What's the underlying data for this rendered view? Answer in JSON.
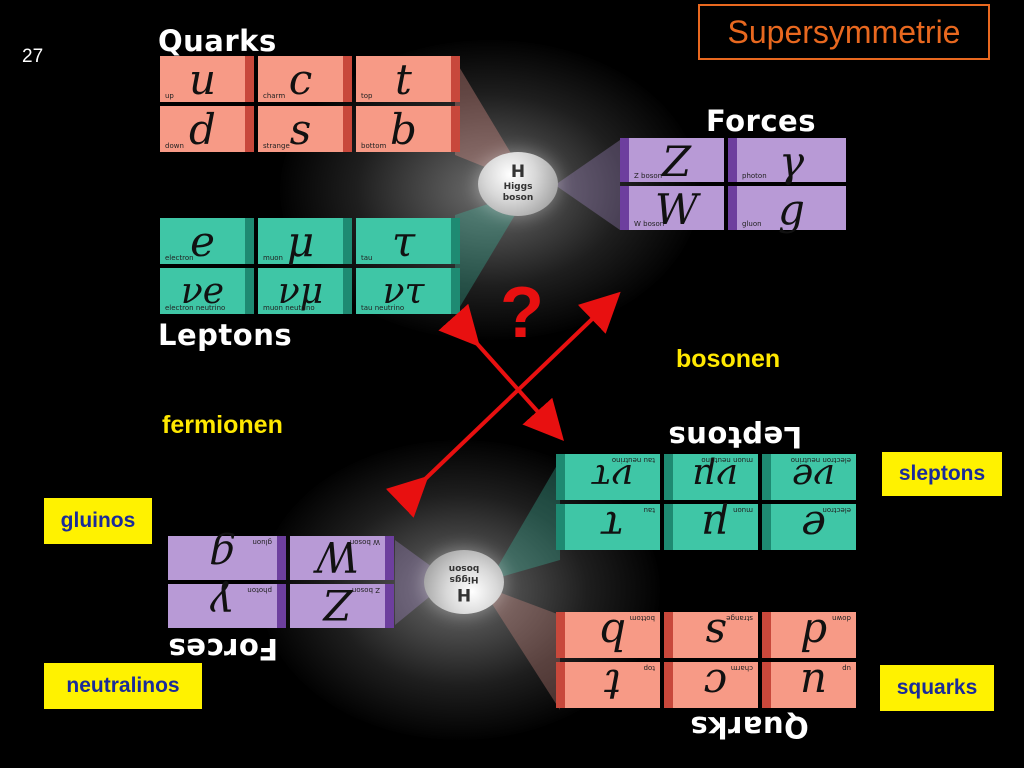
{
  "slide": {
    "number": "27",
    "title": "Supersymmetrie"
  },
  "top_diagram": {
    "quarks_label": "Quarks",
    "leptons_label": "Leptons",
    "forces_label": "Forces",
    "higgs": {
      "symbol": "H",
      "line1": "Higgs",
      "line2": "boson"
    },
    "quarks": [
      {
        "symbol": "u",
        "name": "up"
      },
      {
        "symbol": "c",
        "name": "charm"
      },
      {
        "symbol": "t",
        "name": "top"
      },
      {
        "symbol": "d",
        "name": "down"
      },
      {
        "symbol": "s",
        "name": "strange"
      },
      {
        "symbol": "b",
        "name": "bottom"
      }
    ],
    "leptons": [
      {
        "symbol": "e",
        "name": "electron"
      },
      {
        "symbol": "μ",
        "name": "muon"
      },
      {
        "symbol": "τ",
        "name": "tau"
      },
      {
        "symbol": "νe",
        "name": "electron neutrino"
      },
      {
        "symbol": "νμ",
        "name": "muon neutrino"
      },
      {
        "symbol": "ντ",
        "name": "tau neutrino"
      }
    ],
    "forces": [
      {
        "symbol": "Z",
        "name": "Z boson"
      },
      {
        "symbol": "γ",
        "name": "photon"
      },
      {
        "symbol": "W",
        "name": "W boson"
      },
      {
        "symbol": "g",
        "name": "gluon"
      }
    ]
  },
  "bottom_diagram": {
    "quarks_label": "Quarks",
    "leptons_label": "Leptons",
    "forces_label": "Forces",
    "higgs": {
      "symbol": "H",
      "line1": "Higgs",
      "line2": "boson"
    }
  },
  "labels": {
    "question_mark": "?",
    "bosonen": "bosonen",
    "fermionen": "fermionen",
    "sleptons": "sleptons",
    "gluinos": "gluinos",
    "neutralinos": "neutralinos",
    "squarks": "squarks"
  },
  "colors": {
    "title_accent": "#e8681f",
    "label_yellow": "#ffe800",
    "arrow_red": "#e81010",
    "tag_text_blue": "#1a2b9a"
  }
}
